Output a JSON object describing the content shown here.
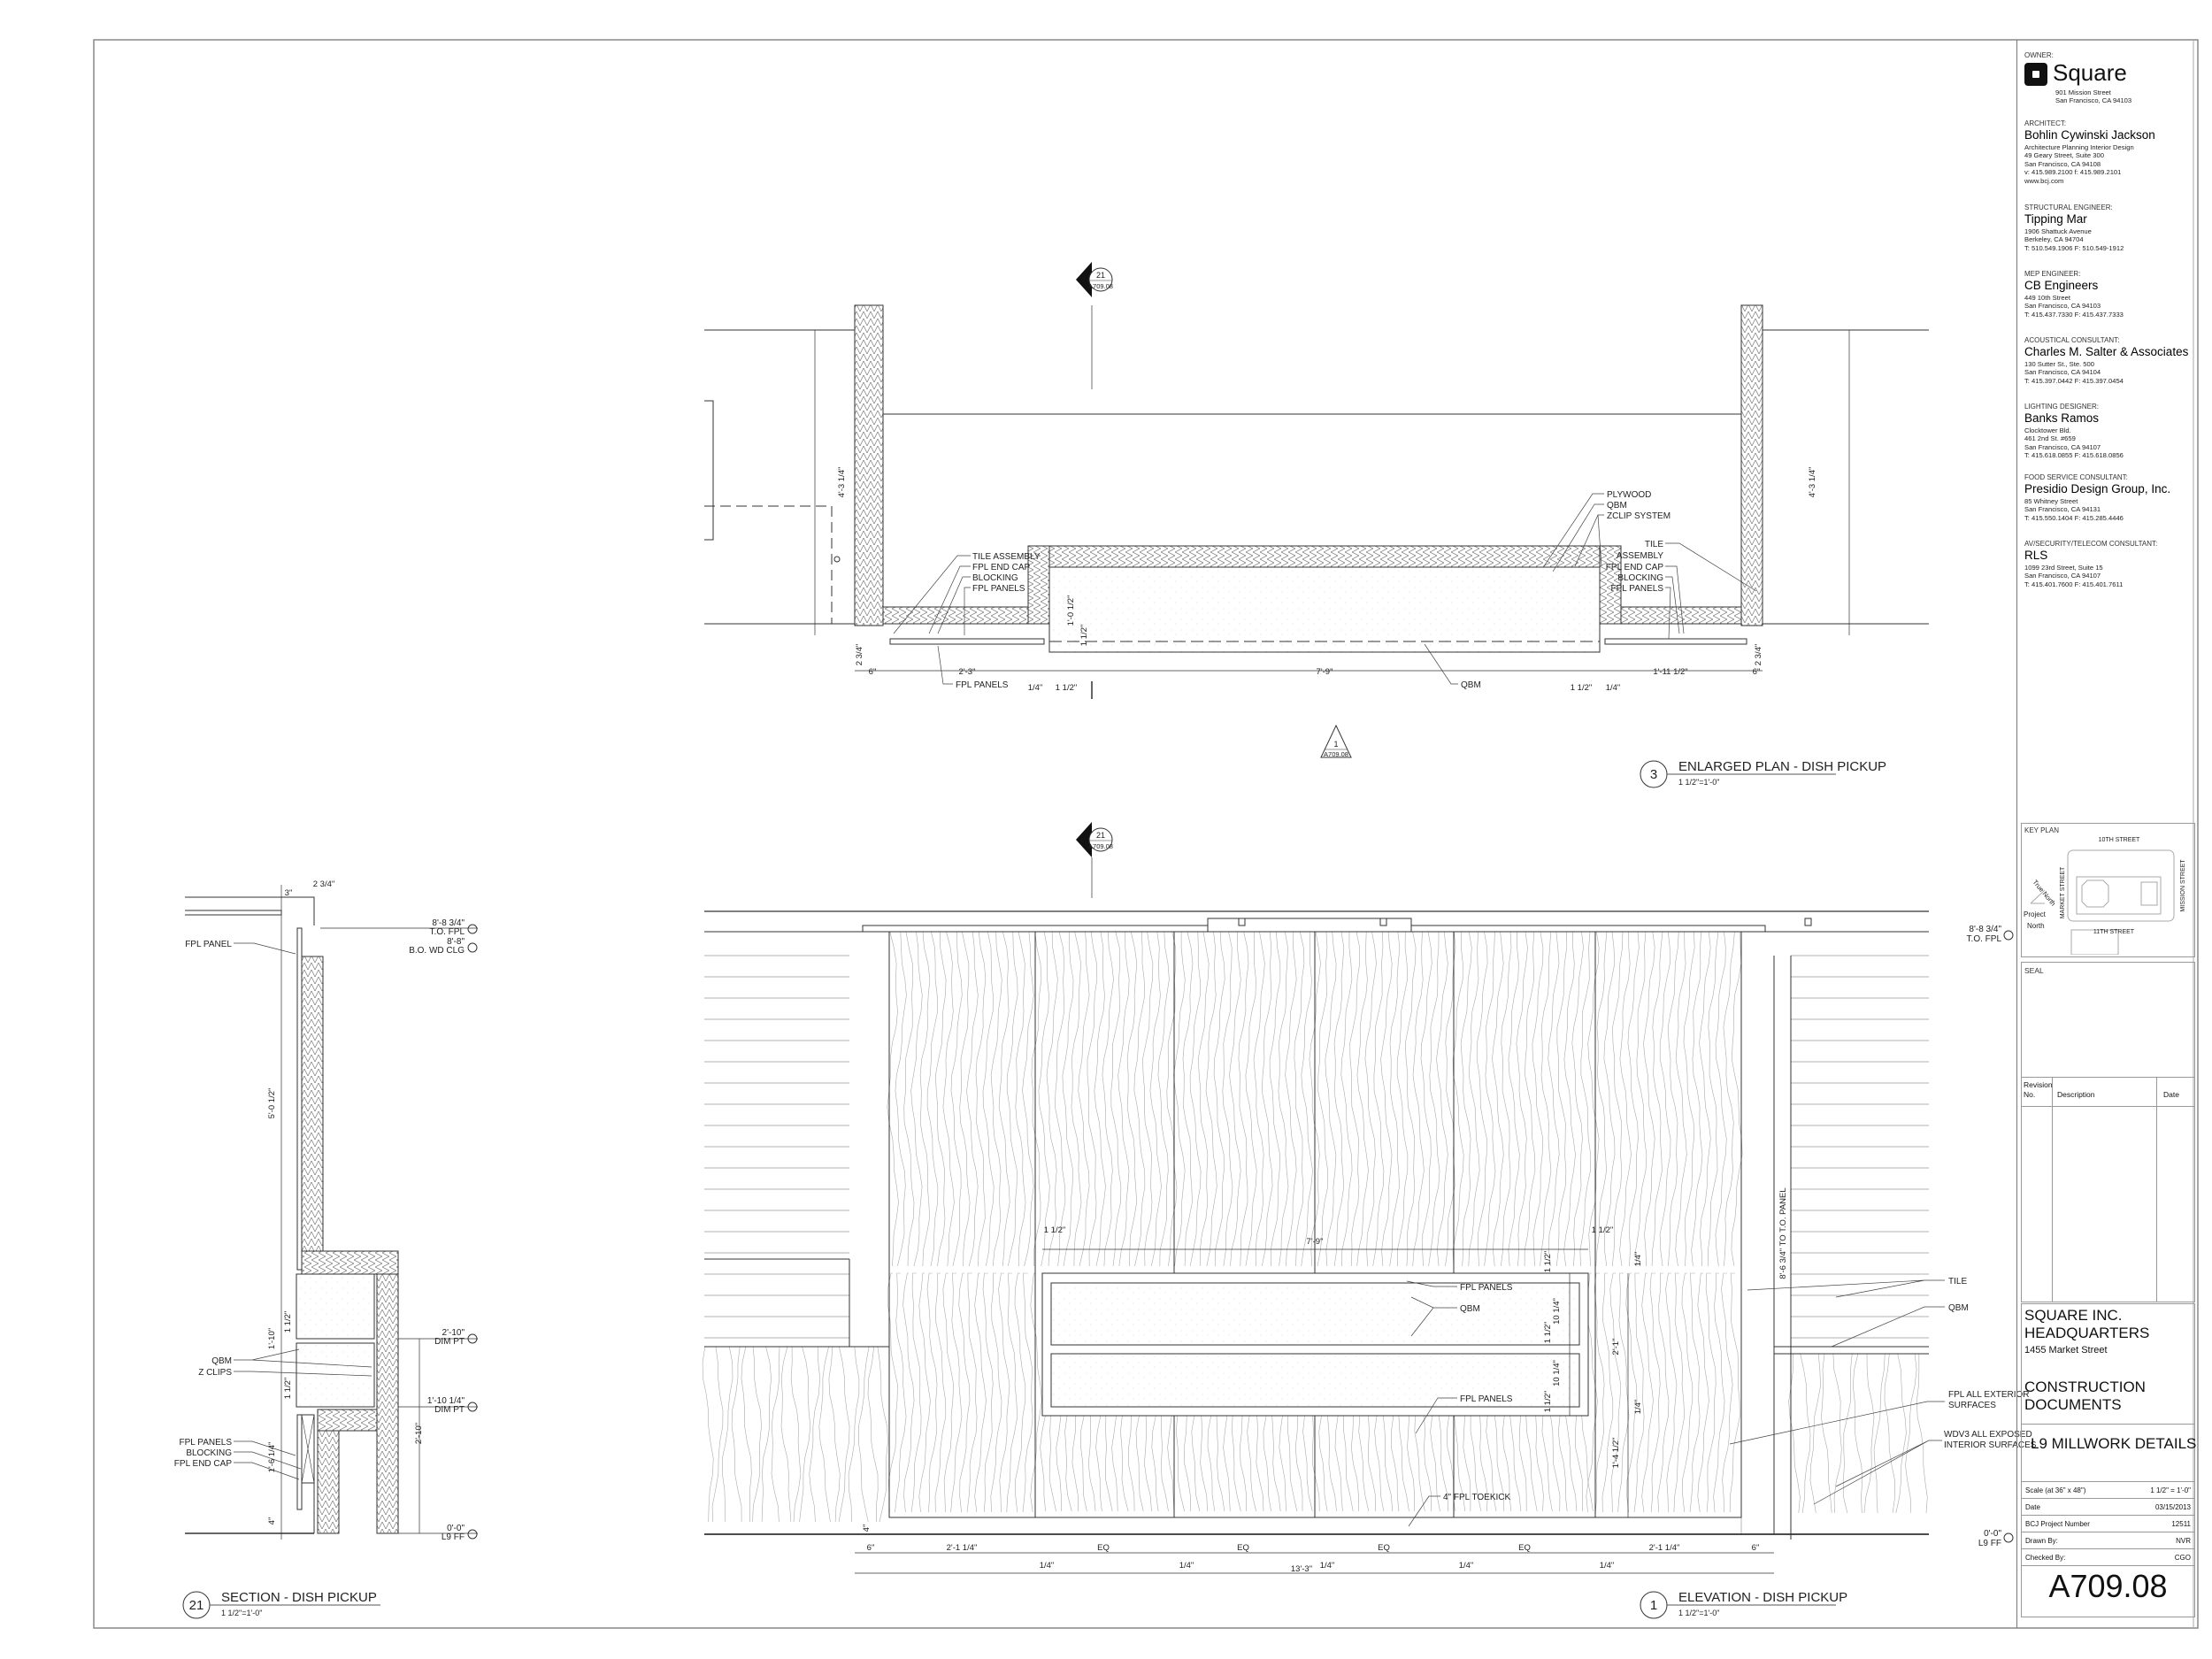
{
  "title_block": {
    "owner": {
      "label": "OWNER:",
      "name": "Square",
      "lines": [
        "901 Mission Street",
        "San Francisco, CA 94103"
      ]
    },
    "consultants": [
      {
        "role": "ARCHITECT:",
        "name": "Bohlin Cywinski Jackson",
        "lines": [
          "Architecture  Planning  Interior Design",
          "49 Geary Street, Suite 300",
          "San Francisco, CA 94108",
          "v: 415.989.2100   f: 415.989.2101",
          "www.bcj.com"
        ]
      },
      {
        "role": "STRUCTURAL ENGINEER:",
        "name": "Tipping Mar",
        "lines": [
          "1906 Shattuck Avenue",
          "Berkeley, CA  94704",
          "T: 510.549.1906  F: 510.549-1912"
        ]
      },
      {
        "role": "MEP ENGINEER:",
        "name": "CB Engineers",
        "lines": [
          "449 10th Street",
          "San Francisco, CA 94103",
          "T: 415.437.7330 F: 415.437.7333"
        ]
      },
      {
        "role": "ACOUSTICAL CONSULTANT:",
        "name": "Charles M. Salter & Associates",
        "lines": [
          "130 Sutter St., Ste. 500",
          "San Francisco, CA  94104",
          "T: 415.397.0442  F: 415.397.0454"
        ]
      },
      {
        "role": "LIGHTING DESIGNER:",
        "name": "Banks Ramos",
        "lines": [
          "Clocktower Bld.",
          "461 2nd St. #659",
          "San Francisco, CA 94107",
          "T: 415.618.0855 F: 415.618.0856"
        ]
      },
      {
        "role": "FOOD SERVICE CONSULTANT:",
        "name": "Presidio Design Group, Inc.",
        "lines": [
          "85 Whitney Street",
          "San Francisco, CA 94131",
          "T: 415.550.1404 F: 415.285.4446"
        ]
      },
      {
        "role": "AV/SECURITY/TELECOM CONSULTANT:",
        "name": "RLS",
        "lines": [
          "1099 23rd Street, Suite 15",
          "San Francisco, CA 94107",
          "T: 415.401.7600 F: 415.401.7611"
        ]
      }
    ],
    "key_plan": {
      "label": "KEY PLAN",
      "street_top": "10TH STREET",
      "street_bottom": "11TH STREET",
      "street_left": "MARKET STREET",
      "street_right": "MISSION STREET",
      "true_north": "True North",
      "project_north_1": "Project",
      "project_north_2": "North"
    },
    "seal_label": "SEAL",
    "revision": {
      "no_1": "Revision",
      "no_2": "No.",
      "description": "Description",
      "date": "Date"
    },
    "project": {
      "name_1": "SQUARE INC.",
      "name_2": "HEADQUARTERS",
      "address": "1455 Market Street",
      "phase_1": "CONSTRUCTION",
      "phase_2": "DOCUMENTS"
    },
    "sheet_title": "L9 MILLWORK DETAILS",
    "info": [
      {
        "label": "Scale (at 36\" x 48\")",
        "value": "1 1/2\" = 1'-0\""
      },
      {
        "label": "Date",
        "value": "03/15/2013"
      },
      {
        "label": "BCJ Project Number",
        "value": "12511"
      },
      {
        "label": "Drawn By:",
        "value": "NVR"
      },
      {
        "label": "Checked By:",
        "value": "CGO"
      }
    ],
    "sheet_number": "A709.08"
  },
  "plan": {
    "number": "3",
    "title": "ENLARGED PLAN - DISH PICKUP",
    "scale": "1 1/2\"=1'-0\"",
    "section_marker": {
      "number": "21",
      "sheet": "A709.08"
    },
    "elevation_marker": {
      "number": "1",
      "sheet": "A709.08"
    },
    "labels": [
      "TILE ASSEMBLY",
      "FPL END CAP",
      "BLOCKING",
      "FPL PANELS",
      "FPL PANELS",
      "PLYWOOD",
      "QBM",
      "ZCLIP SYSTEM",
      "TILE",
      "ASSEMBLY",
      "FPL END CAP",
      "BLOCKING",
      "FPL PANELS",
      "QBM"
    ],
    "dims": [
      "4'-3 1/4\"",
      "4'-3 1/4\"",
      "2 3/4\"",
      "2 3/4\"",
      "6\"",
      "2'-3\"",
      "1/4\"",
      "1 1/2\"",
      "7'-9\"",
      "1 1/2\"",
      "1/4\"",
      "1'-11 1/2\"",
      "6\"",
      "1'-0 1/2\"",
      "1 1/2\""
    ]
  },
  "elevation": {
    "number": "1",
    "title": "ELEVATION - DISH PICKUP",
    "scale": "1 1/2\"=1'-0\"",
    "section_marker": {
      "number": "21",
      "sheet": "A709.08"
    },
    "labels": [
      "FPL PANELS",
      "QBM",
      "FPL PANELS",
      "4\" FPL TOEKICK",
      "TILE",
      "QBM",
      "FPL ALL EXTERIOR",
      "SURFACES",
      "WDV3 ALL EXPOSED",
      "INTERIOR SURFACES"
    ],
    "levels": [
      {
        "value": "8'-8 3/4\"",
        "name": "T.O. FPL"
      },
      {
        "value": "0'-0\"",
        "name": "L9 FF"
      }
    ],
    "dims": [
      "1 1/2\"",
      "7'-9\"",
      "1 1/2\"",
      "1 1/2\"",
      "10 1/4\"",
      "1 1/2\"",
      "10 1/4\"",
      "1 1/2\"",
      "1/4\"",
      "2'-1\"",
      "1/4\"",
      "1'-4 1/2\"",
      "8'-6 3/4\" TO T.O. PANEL",
      "6\"",
      "2'-1 1/4\"",
      "EQ",
      "EQ",
      "EQ",
      "EQ",
      "2'-1 1/4\"",
      "6\"",
      "1/4\"",
      "1/4\"",
      "1/4\"",
      "1/4\"",
      "1/4\"",
      "13'-3\"",
      "4\""
    ]
  },
  "section": {
    "number": "21",
    "title": "SECTION - DISH PICKUP",
    "scale": "1 1/2\"=1'-0\"",
    "labels": [
      "FPL PANEL",
      "QBM",
      "Z CLIPS",
      "FPL PANELS",
      "BLOCKING",
      "FPL END CAP"
    ],
    "levels": [
      {
        "value": "8'-8 3/4\"",
        "name": "T.O. FPL"
      },
      {
        "value": "8'-8\"",
        "name": "B.O. WD CLG"
      },
      {
        "value": "2'-10\"",
        "name": "DIM PT"
      },
      {
        "value": "1'-10 1/4\"",
        "name": "DIM PT"
      },
      {
        "value": "0'-0\"",
        "name": "L9 FF"
      }
    ],
    "dims": [
      "3\"",
      "2 3/4\"",
      "5'-0 1/2\"",
      "1'-10\"",
      "1 1/2\"",
      "1 1/2\"",
      "1'-6 1/4\"",
      "4\"",
      "2'-10\""
    ]
  }
}
